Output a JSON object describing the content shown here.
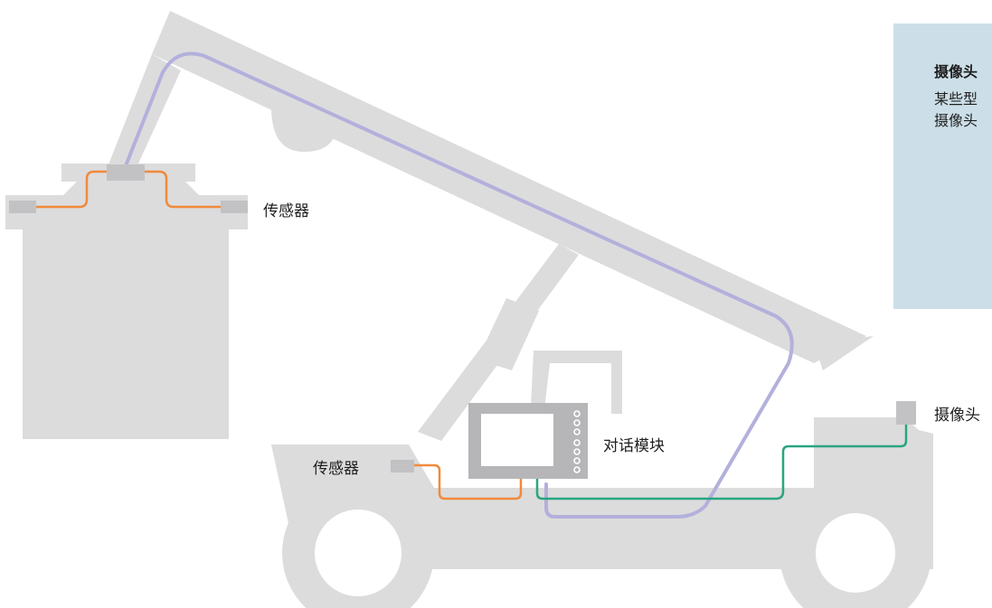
{
  "labels": {
    "sensor_top": "传感器",
    "sensor_bottom": "传感器",
    "dialog_module": "对话模块",
    "camera": "摄像头"
  },
  "info_panel": {
    "title": "摄像头",
    "lines": [
      "某些型",
      "摄像头"
    ]
  },
  "colors": {
    "machine_body": "#dcdcdd",
    "component": "#c2c2c4",
    "sensor_cable": "#f08a3c",
    "camera_cable": "#2aa57f",
    "hydraulic_line": "#b3b0dc",
    "info_panel_bg": "#ccdfe8"
  }
}
